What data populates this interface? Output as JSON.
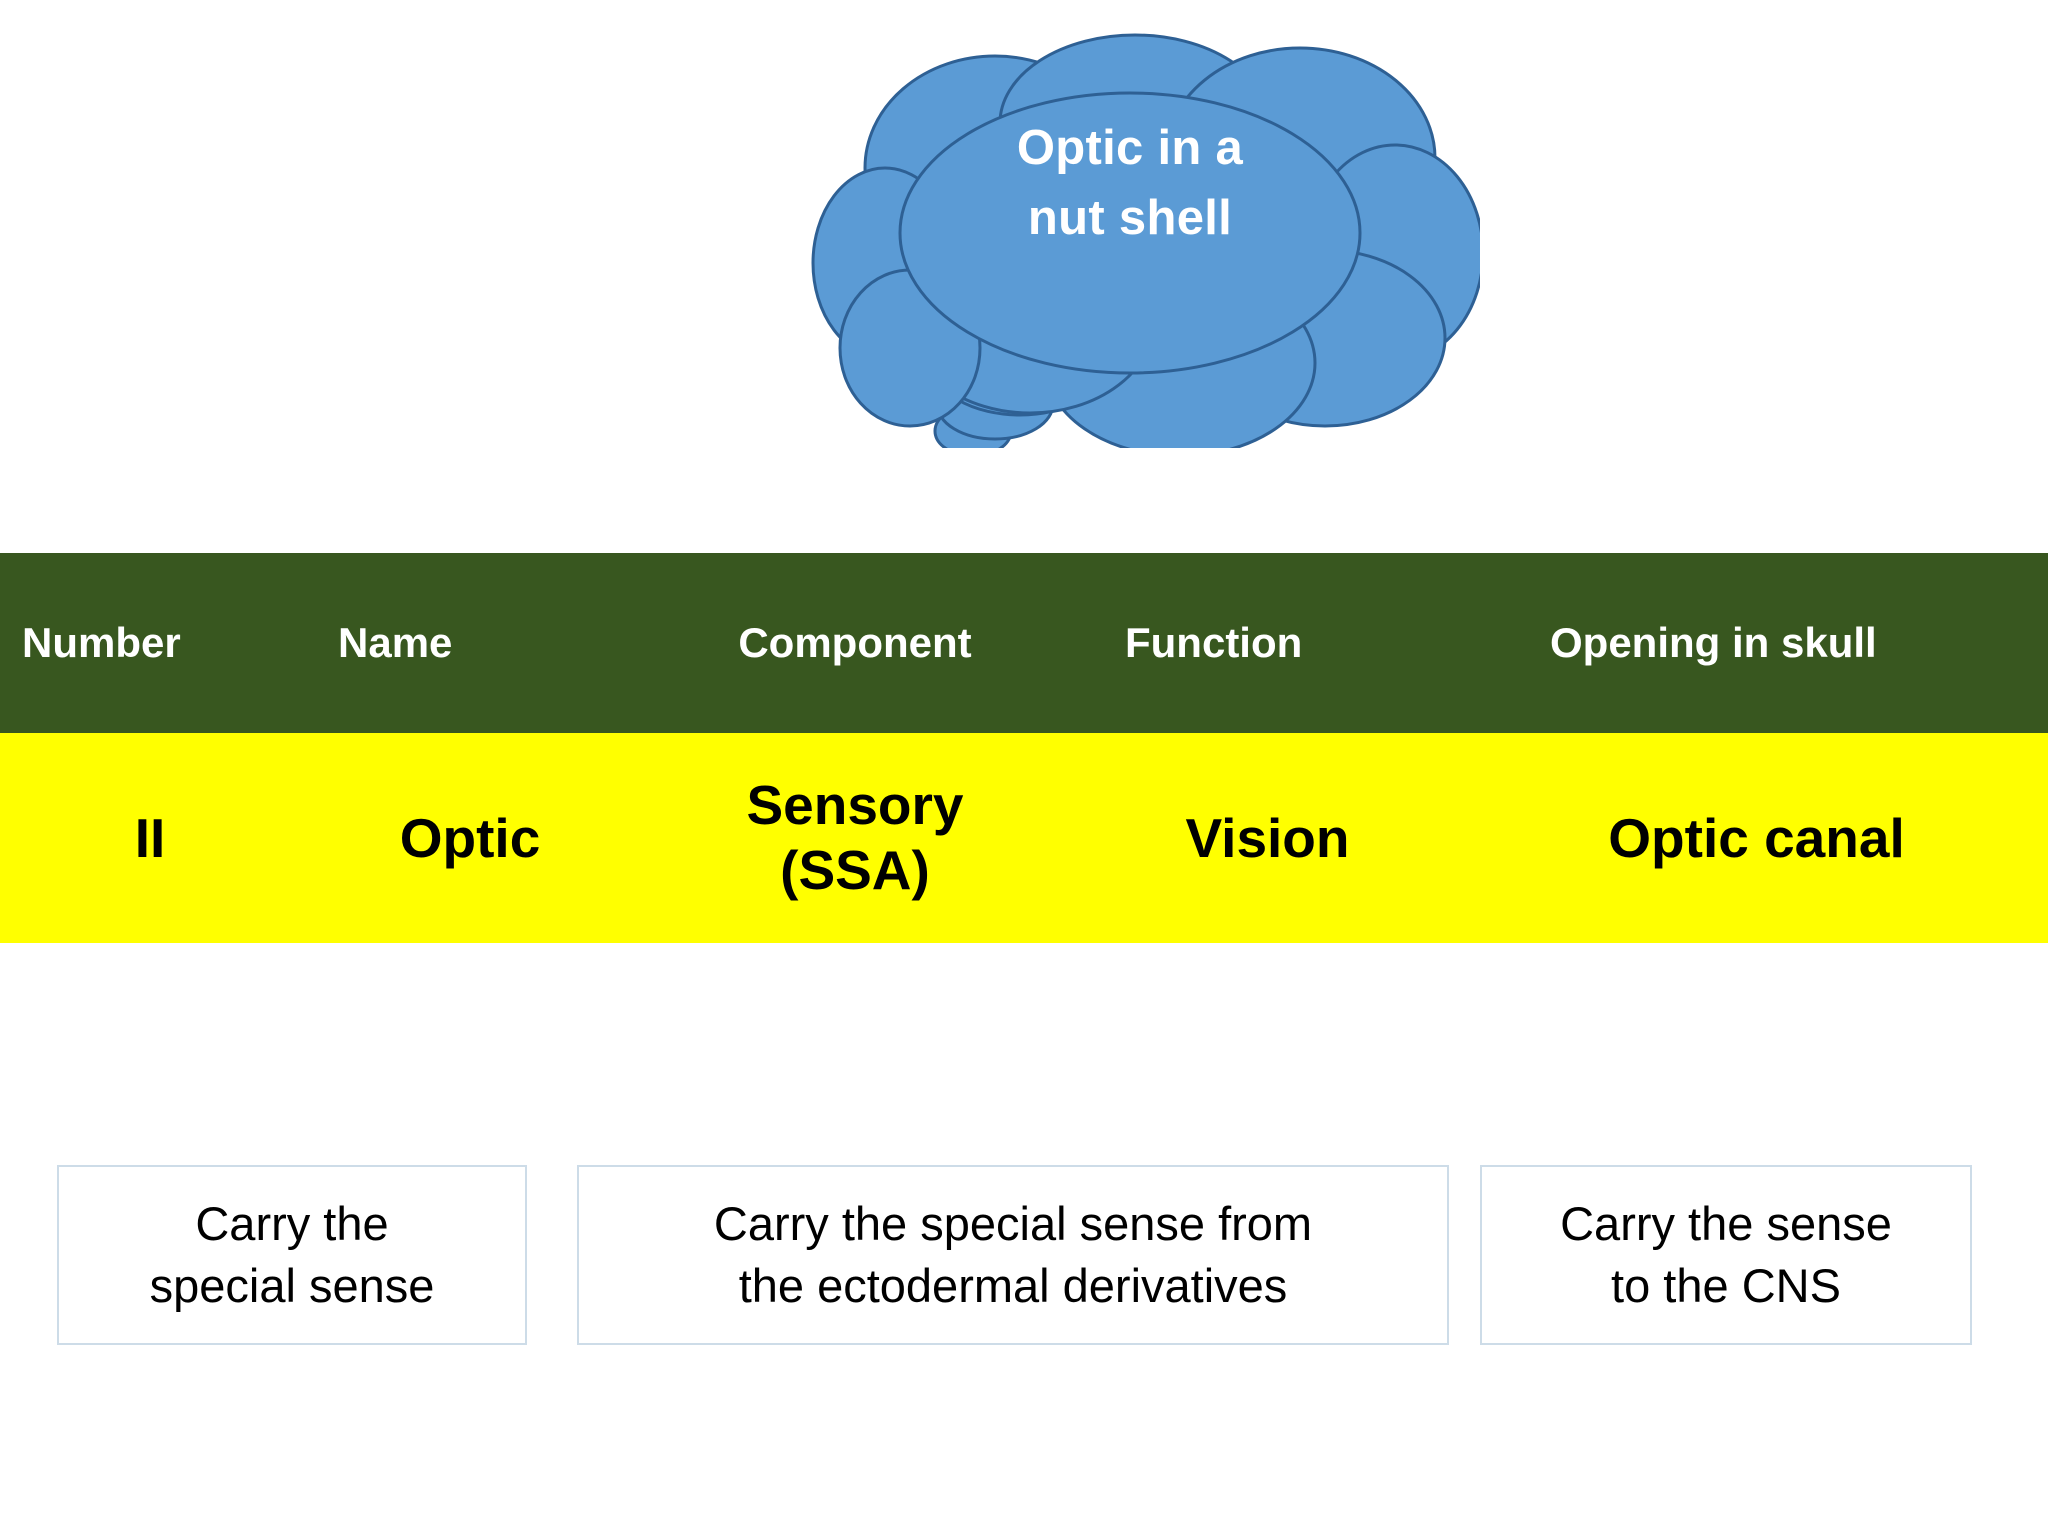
{
  "cloud": {
    "text": "Optic in a\nnut shell",
    "fill_color": "#5B9BD5",
    "stroke_color": "#2E6094",
    "text_color": "#FFFFFF"
  },
  "table": {
    "header_bg": "#38571F",
    "header_text_color": "#FFFFFF",
    "row_bg": "#FFFF00",
    "row_text_color": "#000000",
    "columns": [
      {
        "key": "number",
        "label": "Number"
      },
      {
        "key": "name",
        "label": "Name"
      },
      {
        "key": "component",
        "label": "Component"
      },
      {
        "key": "function",
        "label": "Function"
      },
      {
        "key": "opening",
        "label": "Opening in skull"
      }
    ],
    "rows": [
      {
        "number": "II",
        "name": "Optic",
        "component": "Sensory\n(SSA)",
        "function": "Vision",
        "opening": "Optic canal"
      }
    ]
  },
  "callouts": [
    {
      "text": "Carry the\nspecial sense"
    },
    {
      "text": "Carry the special sense from\nthe ectodermal derivatives"
    },
    {
      "text": "Carry the sense\nto the CNS"
    }
  ]
}
